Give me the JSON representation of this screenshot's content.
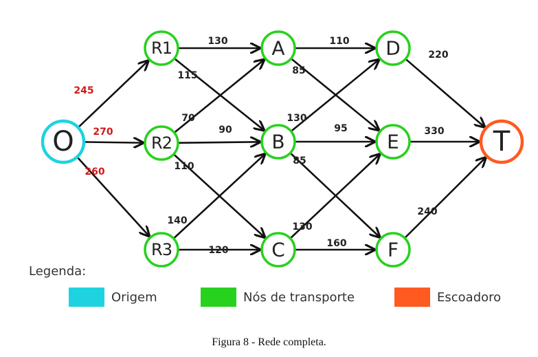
{
  "colors": {
    "source_stroke": "#1ed3df",
    "transport_stroke": "#28d11e",
    "sink_stroke": "#ff5a1f",
    "edge_stroke": "#111111",
    "label_red": "#d11a1a"
  },
  "nodes": [
    {
      "id": "O",
      "label": "O",
      "kind": "source"
    },
    {
      "id": "R1",
      "label": "R1",
      "kind": "transport"
    },
    {
      "id": "R2",
      "label": "R2",
      "kind": "transport"
    },
    {
      "id": "R3",
      "label": "R3",
      "kind": "transport"
    },
    {
      "id": "A",
      "label": "A",
      "kind": "transport"
    },
    {
      "id": "B",
      "label": "B",
      "kind": "transport"
    },
    {
      "id": "C",
      "label": "C",
      "kind": "transport"
    },
    {
      "id": "D",
      "label": "D",
      "kind": "transport"
    },
    {
      "id": "E",
      "label": "E",
      "kind": "transport"
    },
    {
      "id": "F",
      "label": "F",
      "kind": "transport"
    },
    {
      "id": "T",
      "label": "T",
      "kind": "sink"
    }
  ],
  "edges": [
    {
      "from": "O",
      "to": "R1",
      "capacity": "245",
      "highlight": true
    },
    {
      "from": "O",
      "to": "R2",
      "capacity": "270",
      "highlight": true
    },
    {
      "from": "O",
      "to": "R3",
      "capacity": "260",
      "highlight": true
    },
    {
      "from": "R1",
      "to": "A",
      "capacity": "130"
    },
    {
      "from": "R1",
      "to": "B",
      "capacity": "115"
    },
    {
      "from": "R2",
      "to": "A",
      "capacity": "70"
    },
    {
      "from": "R2",
      "to": "B",
      "capacity": "90"
    },
    {
      "from": "R2",
      "to": "C",
      "capacity": "110"
    },
    {
      "from": "R3",
      "to": "B",
      "capacity": "140"
    },
    {
      "from": "R3",
      "to": "C",
      "capacity": "120"
    },
    {
      "from": "A",
      "to": "D",
      "capacity": "110"
    },
    {
      "from": "A",
      "to": "E",
      "capacity": "85"
    },
    {
      "from": "B",
      "to": "D",
      "capacity": "130"
    },
    {
      "from": "B",
      "to": "E",
      "capacity": "95"
    },
    {
      "from": "B",
      "to": "F",
      "capacity": "85"
    },
    {
      "from": "C",
      "to": "E",
      "capacity": "130"
    },
    {
      "from": "C",
      "to": "F",
      "capacity": "160"
    },
    {
      "from": "D",
      "to": "T",
      "capacity": "220"
    },
    {
      "from": "E",
      "to": "T",
      "capacity": "330"
    },
    {
      "from": "F",
      "to": "T",
      "capacity": "240"
    }
  ],
  "legend": {
    "title": "Legenda:",
    "source": "Origem",
    "transport": "Nós de transporte",
    "sink": "Escoadoro"
  },
  "caption": "Figura 8 - Rede completa."
}
